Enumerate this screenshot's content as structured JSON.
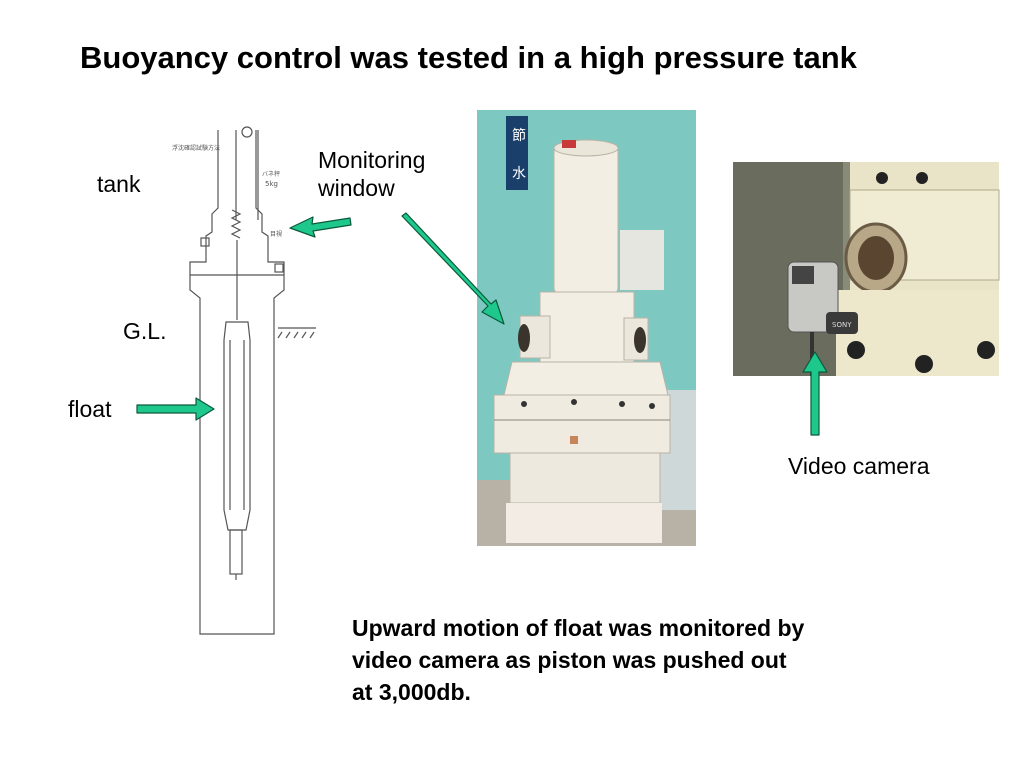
{
  "title": "Buoyancy control was tested in a high pressure tank",
  "labels": {
    "tank": "tank",
    "gl": "G.L.",
    "float": "float",
    "monitoring_line1": "Monitoring",
    "monitoring_line2": "window",
    "video_camera": "Video camera"
  },
  "caption": {
    "line1": "Upward motion of float was monitored by",
    "line2": "video camera as piston was pushed out",
    "line3": "at 3,000db."
  },
  "drawing_text": {
    "header": "浮沈確認試験方法",
    "weight": "5kg",
    "side_note": "目視",
    "spring_note": "バネ秤"
  },
  "photo_text": {
    "tank_marking_1": "節",
    "tank_marking_2": "水",
    "camera_brand": "SONY"
  },
  "colors": {
    "arrow": "#1ec88c",
    "arrow_outline": "#0a5a3a",
    "photo_wall": "#7ec8c2",
    "tank_body": "#f2eee4",
    "photo2_bg": "#8a8a78"
  }
}
